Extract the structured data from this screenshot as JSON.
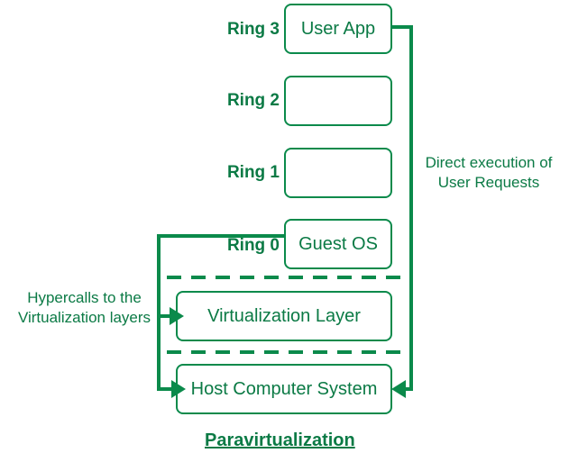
{
  "diagram": {
    "caption": "Paravirtualization",
    "ring_labels": [
      {
        "text": "Ring 3"
      },
      {
        "text": "Ring 2"
      },
      {
        "text": "Ring 1"
      },
      {
        "text": "Ring 0"
      }
    ],
    "boxes": [
      {
        "label": "User App"
      },
      {
        "label": ""
      },
      {
        "label": ""
      },
      {
        "label": "Guest OS"
      },
      {
        "label": "Virtualization Layer"
      },
      {
        "label": "Host Computer System"
      }
    ],
    "annotations": [
      {
        "text": "Direct execution of\nUser Requests"
      },
      {
        "text": "Hypercalls to the\nVirtualization layers"
      }
    ],
    "colors": {
      "stroke": "#0b8a4b",
      "text": "#0b7a45",
      "background": "#ffffff"
    }
  }
}
